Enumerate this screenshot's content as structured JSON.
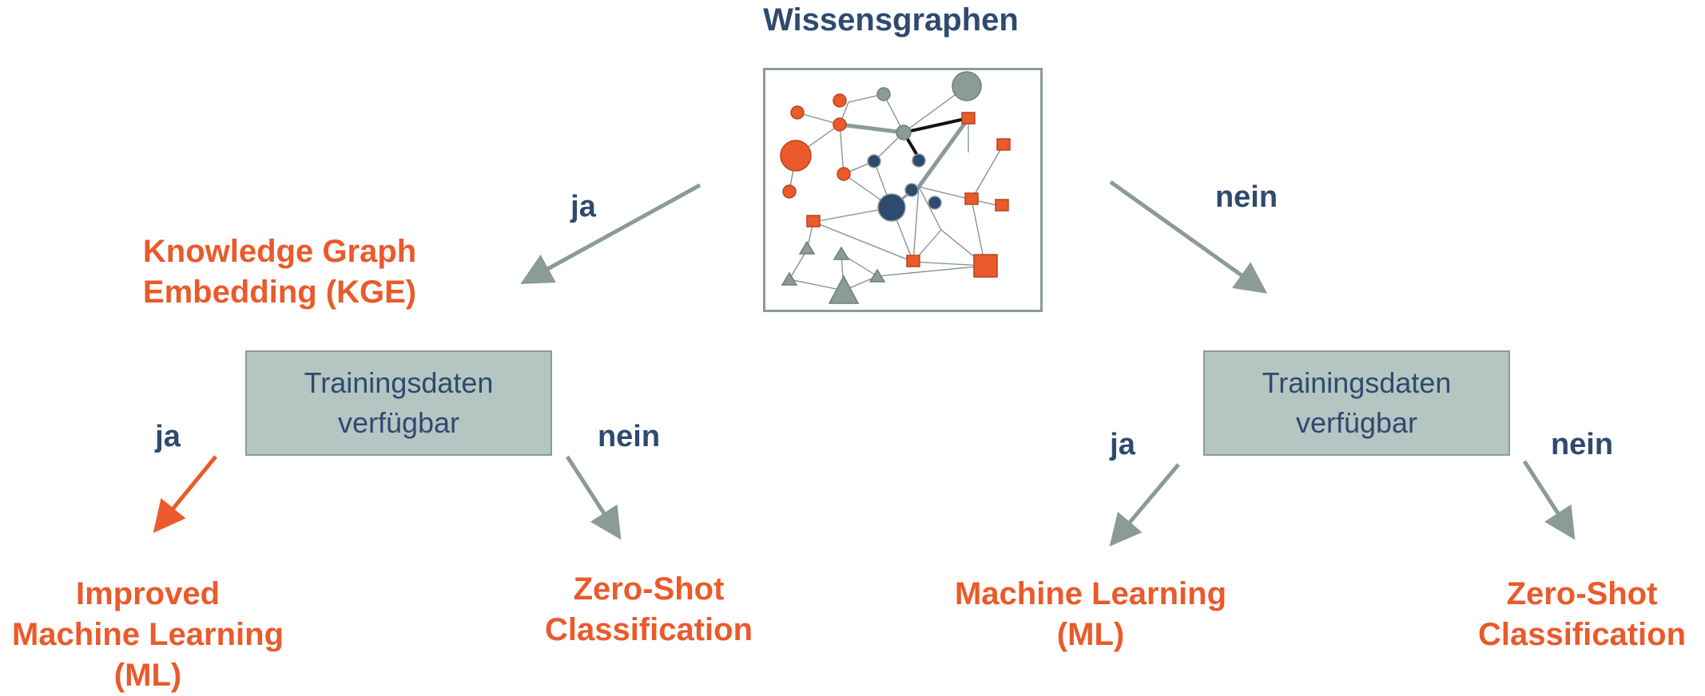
{
  "top": {
    "title": "Wissensgraphen"
  },
  "left_branch": {
    "edge_label": "ja",
    "method_line1": "Knowledge Graph",
    "method_line2": "Embedding (KGE)",
    "decision_line1": "Trainingsdaten",
    "decision_line2": "verfügbar",
    "yes_label": "ja",
    "no_label": "nein",
    "yes_outcome": [
      "Improved",
      "Machine Learning",
      "(ML)"
    ],
    "no_outcome": [
      "Zero-Shot",
      "Classification"
    ]
  },
  "right_branch": {
    "edge_label": "nein",
    "decision_line1": "Trainingsdaten",
    "decision_line2": "verfügbar",
    "yes_label": "ja",
    "no_label": "nein",
    "yes_outcome": [
      "Machine Learning",
      "(ML)"
    ],
    "no_outcome": [
      "Zero-Shot",
      "Classification"
    ]
  },
  "colors": {
    "navy": "#2e4a6e",
    "orange": "#ea5a2a",
    "gray_green": "#8a9b98",
    "box_fill": "#b5c5c1"
  },
  "icons": [
    "knowledge-graph-illustration",
    "arrow-icon"
  ]
}
